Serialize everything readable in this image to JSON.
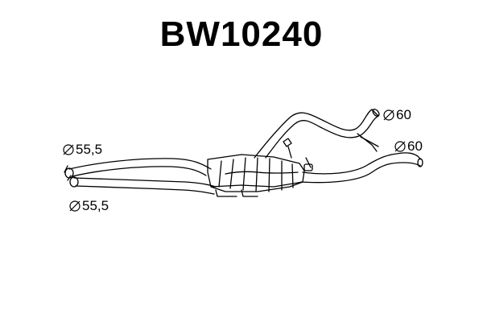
{
  "title": "BW10240",
  "dimensions": [
    {
      "symbol": "diameter-icon",
      "value": "55,5"
    },
    {
      "symbol": "diameter-icon",
      "value": "55,5"
    },
    {
      "symbol": "diameter-icon",
      "value": "60"
    },
    {
      "symbol": "diameter-icon",
      "value": "60"
    }
  ],
  "colors": {
    "line": "#000000",
    "background": "#ffffff"
  }
}
